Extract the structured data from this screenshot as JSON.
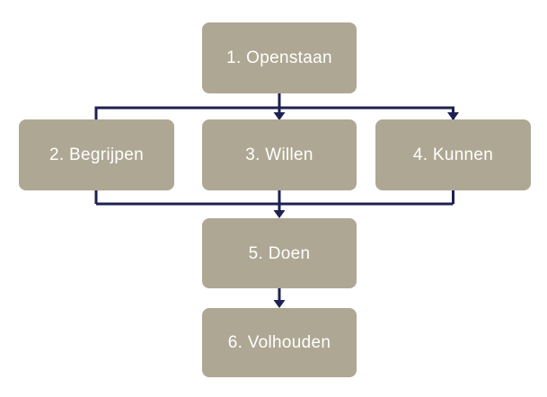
{
  "diagram": {
    "type": "flowchart",
    "language": "nl",
    "nodes": [
      {
        "id": "openstaan",
        "label": "1. Openstaan"
      },
      {
        "id": "begrijpen",
        "label": "2. Begrijpen"
      },
      {
        "id": "willen",
        "label": "3. Willen"
      },
      {
        "id": "kunnen",
        "label": "4. Kunnen"
      },
      {
        "id": "doen",
        "label": "5. Doen"
      },
      {
        "id": "volhouden",
        "label": "6. Volhouden"
      }
    ],
    "edges": [
      {
        "from": "1. Openstaan",
        "to": "2. Begrijpen",
        "arrowhead": false
      },
      {
        "from": "1. Openstaan",
        "to": "3. Willen",
        "arrowhead": true
      },
      {
        "from": "1. Openstaan",
        "to": "4. Kunnen",
        "arrowhead": true
      },
      {
        "from": "2. Begrijpen",
        "to": "5. Doen",
        "arrowhead": false
      },
      {
        "from": "3. Willen",
        "to": "5. Doen",
        "arrowhead": true
      },
      {
        "from": "4. Kunnen",
        "to": "5. Doen",
        "arrowhead": false
      },
      {
        "from": "5. Doen",
        "to": "6. Volhouden",
        "arrowhead": true
      }
    ],
    "colors": {
      "background": "#ffffff",
      "node_fill": "#aea793",
      "node_text": "#ffffff",
      "connector": "#1e2152"
    }
  }
}
